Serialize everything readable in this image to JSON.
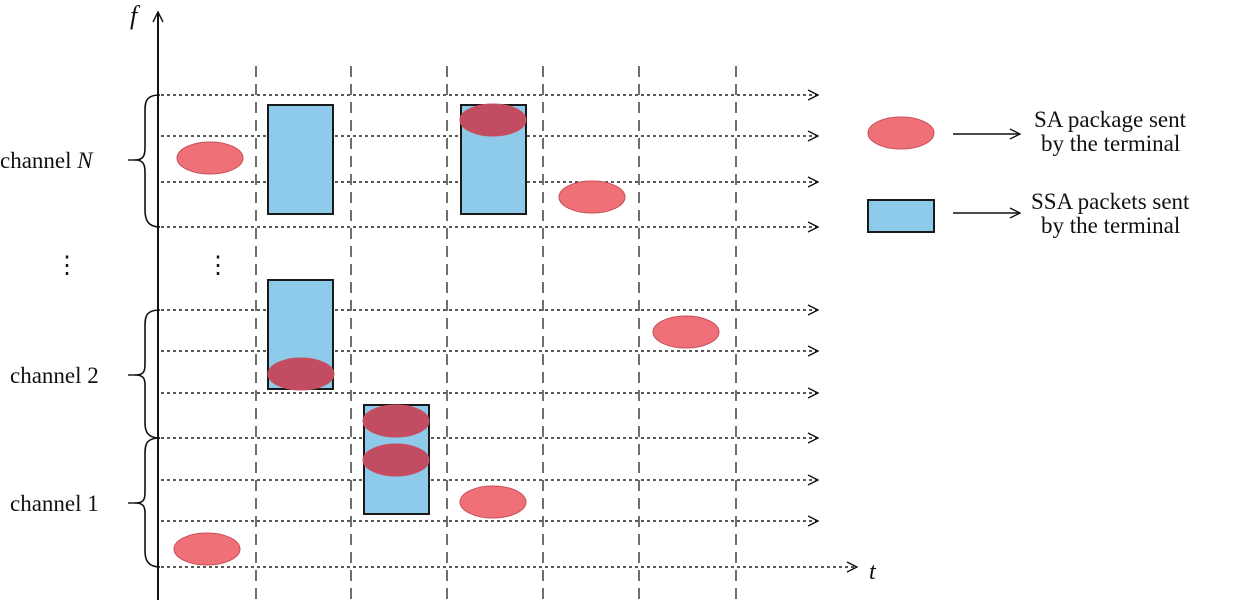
{
  "axes": {
    "y_label": "f",
    "x_label": "t"
  },
  "channels": [
    {
      "label": "channel ",
      "label_italic": "N"
    },
    {
      "label": "channel 2",
      "label_italic": ""
    },
    {
      "label": "channel 1",
      "label_italic": ""
    }
  ],
  "ellipsis": "⋮",
  "legend": {
    "sa": {
      "line1": "SA package sent",
      "line2": "by the terminal",
      "color": "#f07077"
    },
    "ssa": {
      "line1": "SSA packets sent",
      "line2": "by the terminal",
      "color": "#8ecae9"
    }
  },
  "colors": {
    "sa_fill": "#f07077",
    "sa_stroke": "#c8505a",
    "ssa_fill": "#8ecae9",
    "ssa_stroke": "#1a1a1a",
    "overlap_fill": "#c24d63"
  }
}
